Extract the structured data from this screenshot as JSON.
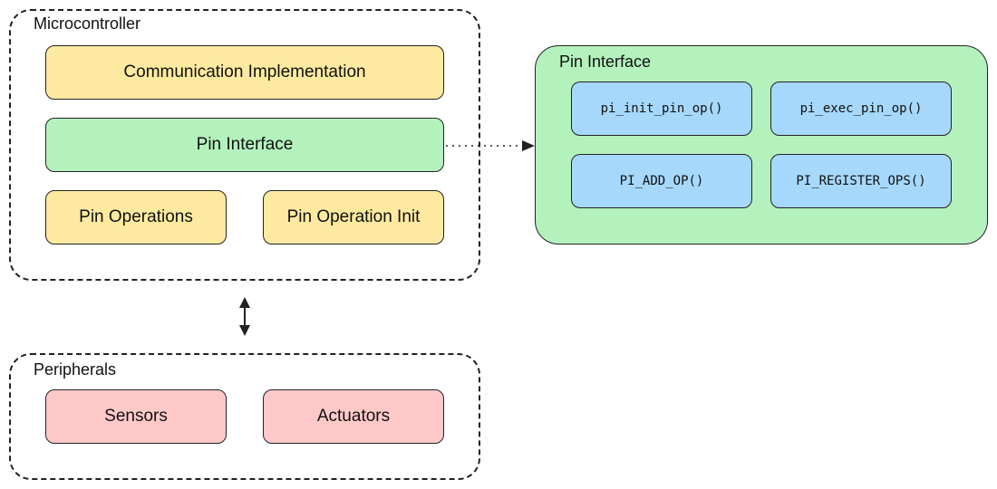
{
  "microcontroller": {
    "label": "Microcontroller",
    "communication_implementation": "Communication Implementation",
    "pin_interface": "Pin Interface",
    "pin_operations": "Pin Operations",
    "pin_operation_init": "Pin Operation Init"
  },
  "pin_interface_panel": {
    "label": "Pin Interface",
    "functions": [
      "pi_init_pin_op()",
      "pi_exec_pin_op()",
      "PI_ADD_OP()",
      "PI_REGISTER_OPS()"
    ]
  },
  "peripherals": {
    "label": "Peripherals",
    "sensors": "Sensors",
    "actuators": "Actuators"
  },
  "colors": {
    "yellow": "#fdeaa0",
    "green": "#b3f2bd",
    "pink": "#ffc9ca",
    "blue": "#a6d8fb"
  }
}
